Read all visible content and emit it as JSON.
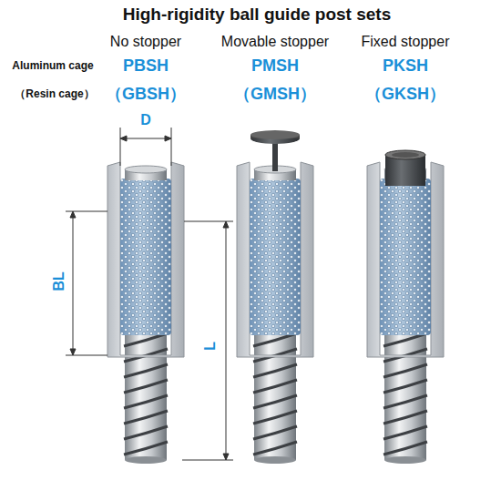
{
  "diagram": {
    "title": "High-rigidity ball guide post sets",
    "labels": [
      "No stopper",
      "Movable stopper",
      "Fixed stopper",
      "Aluminum cage",
      "（Resin cage）",
      "PBSH",
      "PMSH",
      "PKSH",
      "（GBSH）",
      "（GMSH）",
      "（GKSH）",
      "D",
      "BL",
      "L"
    ]
  }
}
